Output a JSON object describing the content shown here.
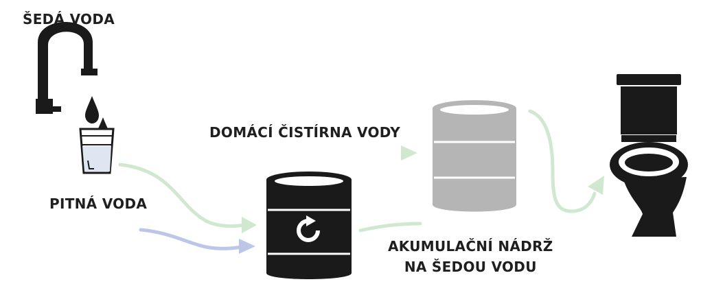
{
  "title": "ŠEDÁ VODA",
  "labels": {
    "drinking_water": "PITNÁ VODA",
    "treatment_plant": "DOMÁCÍ ČISTÍRNA VODY",
    "tank_line1": "AKUMULAČNÍ NÁDRŽ",
    "tank_line2": "NA ŠEDOU VODU"
  },
  "colors": {
    "dark": "#1a1a1a",
    "grey_barrel": "#b5b5b5",
    "green_flow": "#cfe8cf",
    "blue_flow": "#bcc6e6",
    "water_blue": "#dfe6f2"
  },
  "icons": [
    "faucet-icon",
    "drop-icon",
    "glass-icon",
    "barrel-icon",
    "recycle-icon",
    "toilet-icon"
  ]
}
